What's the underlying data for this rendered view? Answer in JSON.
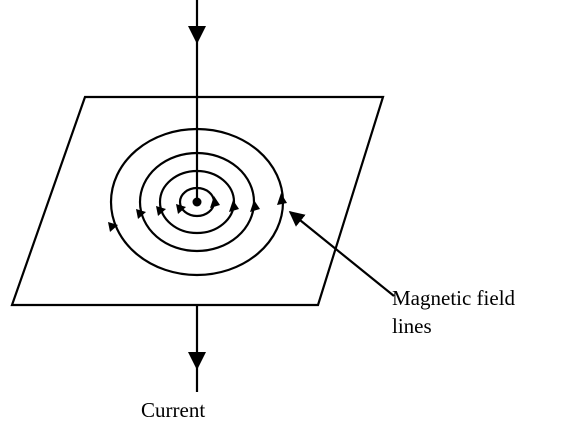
{
  "labels": {
    "field_lines_line1": "Magnetic field",
    "field_lines_line2": "lines",
    "current": "Current"
  },
  "colors": {
    "ink": "#000000",
    "background": "#ffffff"
  }
}
